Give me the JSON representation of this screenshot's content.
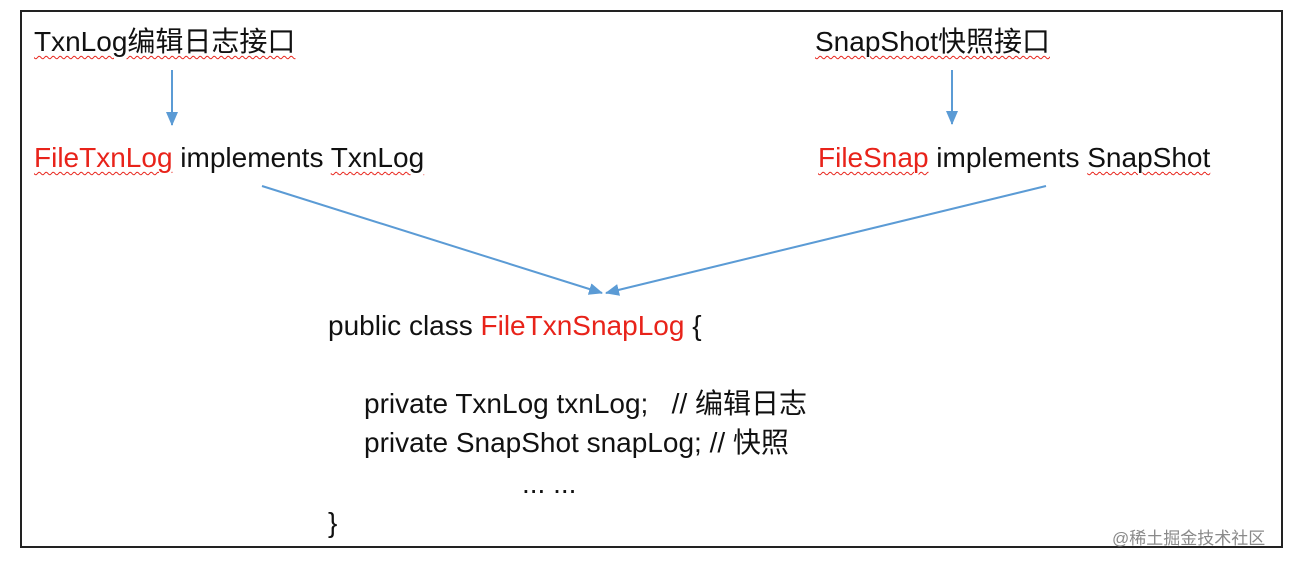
{
  "left": {
    "interface_title": "TxnLog编辑日志接口",
    "impl_class": "FileTxnLog",
    "implements_word": "implements",
    "impl_interface": "TxnLog"
  },
  "right": {
    "interface_title": "SnapShot快照接口",
    "impl_class": "FileSnap",
    "implements_word": "implements",
    "impl_interface": "SnapShot"
  },
  "code": {
    "decl_prefix": "public class",
    "class_name": "FileTxnSnapLog",
    "open_brace": "{",
    "field1": "private TxnLog txnLog;   // 编辑日志",
    "field2": "private SnapShot snapLog; // 快照",
    "ellipsis": "... ...",
    "close_brace": "}"
  },
  "watermark": "@稀土掘金技术社区",
  "colors": {
    "accent_red": "#e8231a",
    "arrow_blue": "#5b9bd5",
    "border": "#222222"
  }
}
